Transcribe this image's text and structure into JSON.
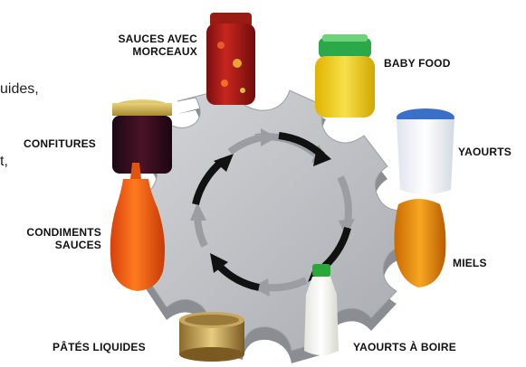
{
  "side_text": {
    "line1": "uides,",
    "line2": "t,"
  },
  "labels": {
    "sauces_avec_morceaux_line1": "SAUCES AVEC",
    "sauces_avec_morceaux_line2": "MORCEAUX",
    "baby_food": "BABY FOOD",
    "confitures": "CONFITURES",
    "yaourts": "YAOURTS",
    "condiments_line1": "CONDIMENTS",
    "condiments_line2": "SAUCES",
    "miels": "MIELS",
    "pates_liquides": "PÂTÉS LIQUIDES",
    "yaourts_a_boire": "YAOURTS À BOIRE"
  },
  "colors": {
    "plate": "#b9bcc0",
    "plate_edge": "#8a8d92",
    "arrow_dark": "#111111",
    "arrow_light": "#9a9da2"
  },
  "icons": [
    "sauce-jar-icon",
    "baby-food-jar-icon",
    "jam-jar-icon",
    "yogurt-cup-icon",
    "ketchup-bottle-icon",
    "honey-jar-icon",
    "pate-tin-icon",
    "drinking-yogurt-bottle-icon",
    "rotation-arrows-icon"
  ]
}
